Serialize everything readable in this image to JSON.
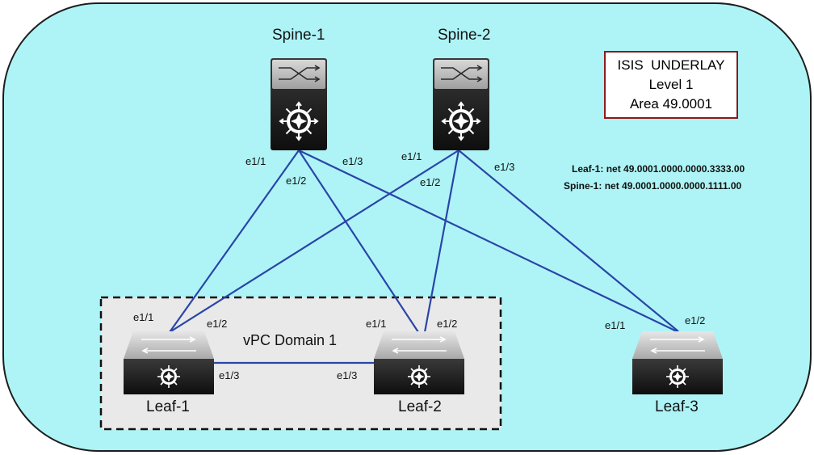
{
  "colors": {
    "region_fill": "#aef4f6",
    "vpc_fill": "#e9e9e9",
    "link": "#2a45a8",
    "device_dark": "#1b1b1b",
    "device_top": "#cfcfcf",
    "underlay_border": "#8b1a1a"
  },
  "underlay": {
    "line1": "ISIS  UNDERLAY",
    "line2": "Level 1",
    "line3": "Area 49.0001"
  },
  "nets": {
    "leaf1_prefix": "Leaf-1:",
    "leaf1_value": "net 49.0001.0000.0000.3333.00",
    "spine1_prefix": "Spine-1:",
    "spine1_value": "net 49.0001.0000.0000.1111.00"
  },
  "vpc_domain_label": "vPC Domain 1",
  "nodes": {
    "spine1": {
      "name": "Spine-1",
      "icon": "spine-switch-icon"
    },
    "spine2": {
      "name": "Spine-2",
      "icon": "spine-switch-icon"
    },
    "leaf1": {
      "name": "Leaf-1",
      "icon": "leaf-switch-icon"
    },
    "leaf2": {
      "name": "Leaf-2",
      "icon": "leaf-switch-icon"
    },
    "leaf3": {
      "name": "Leaf-3",
      "icon": "leaf-switch-icon"
    }
  },
  "ports": {
    "spine1_e1_1": "e1/1",
    "spine1_e1_2": "e1/2",
    "spine1_e1_3": "e1/3",
    "spine2_e1_1": "e1/1",
    "spine2_e1_2": "e1/2",
    "spine2_e1_3": "e1/3",
    "leaf1_e1_1": "e1/1",
    "leaf1_e1_2": "e1/2",
    "leaf1_e1_3": "e1/3",
    "leaf2_e1_1": "e1/1",
    "leaf2_e1_2": "e1/2",
    "leaf2_e1_3": "e1/3",
    "leaf3_e1_1": "e1/1",
    "leaf3_e1_2": "e1/2"
  }
}
